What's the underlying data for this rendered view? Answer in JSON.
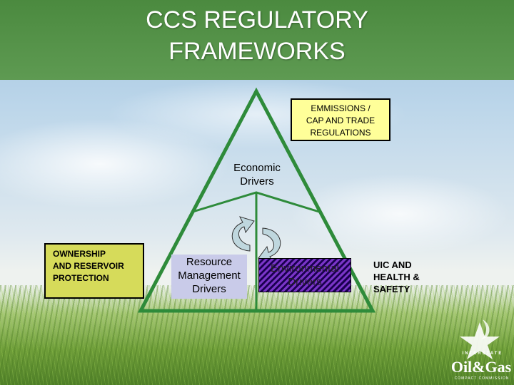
{
  "title": "CCS REGULATORY\nFRAMEWORKS",
  "colors": {
    "banner": "#4b8a3f",
    "triangle": "#2e8b3a",
    "emissions_box": "#ffff99",
    "ownership_box": "#d6db5a",
    "resource_box": "#c9cbe9",
    "environmental_box": "#7a35c8",
    "cycle_arrows": "#bfd7de"
  },
  "diagram": {
    "emissions": "EMMISSIONS /\nCAP AND TRADE\nREGULATIONS",
    "economic": "Economic\nDrivers",
    "ownership": "OWNERSHIP\nAND RESERVOIR\nPROTECTION",
    "resource": "Resource\nManagement\nDrivers",
    "environmental": "Environmental\nDrivers",
    "uic": "UIC  AND\nHEALTH &\nSAFETY"
  },
  "icons": [
    "cycle-arrows-icon",
    "star-logo-icon"
  ],
  "logo": {
    "line1": "INTERSTATE",
    "line2": "Oil&Gas",
    "line3": "COMPACT COMMISSION"
  }
}
